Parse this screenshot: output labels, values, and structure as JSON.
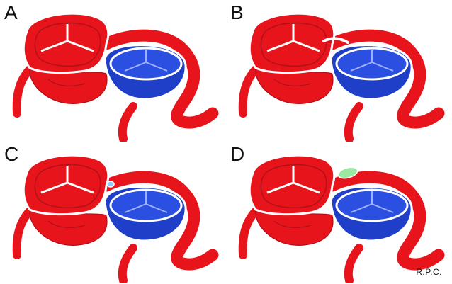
{
  "panels": [
    {
      "label": "A",
      "state": "normal"
    },
    {
      "label": "B",
      "state": "elongated-gap"
    },
    {
      "label": "C",
      "state": "small-blue-connection"
    },
    {
      "label": "D",
      "state": "green-connection"
    }
  ],
  "credit": "R.P.C.",
  "colors": {
    "artery_red": "#e8141c",
    "outline_white": "#ffffff",
    "inner_line": "#b0101a",
    "vein_blue": "#1f3fc8",
    "vein_inner": "#2b4fe0",
    "connector_blue": "#8ecaff",
    "connector_green": "#9be8a0",
    "background": "#ffffff"
  }
}
